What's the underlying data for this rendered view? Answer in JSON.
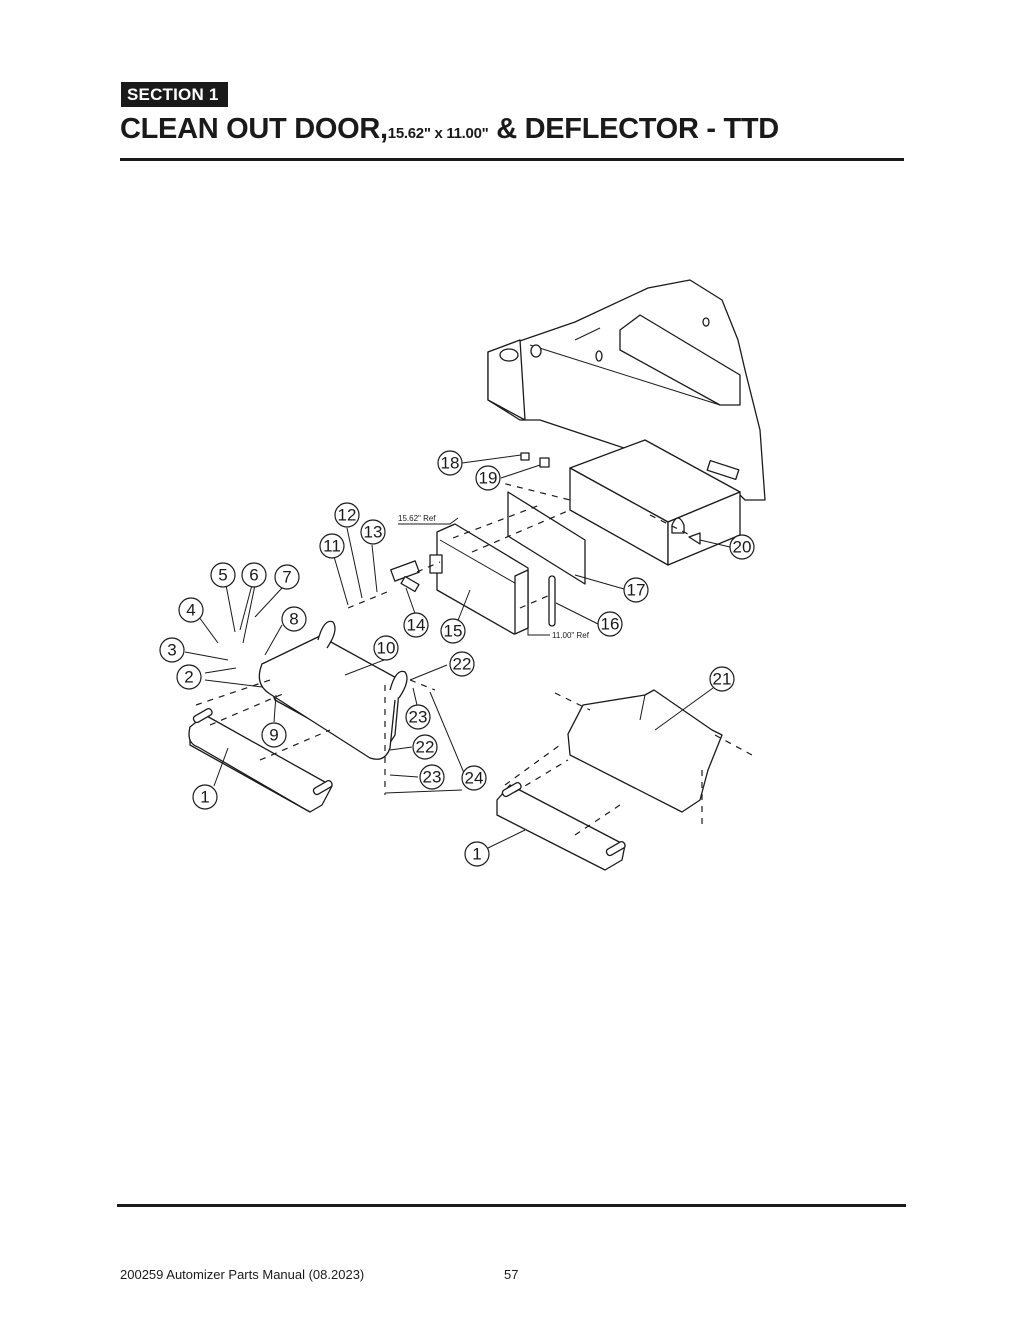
{
  "header": {
    "section_label": "SECTION  1",
    "title_main": "CLEAN OUT DOOR,",
    "title_dims": "15.62\" x 11.00\"",
    "title_rest": " & DEFLECTOR - TTD"
  },
  "diagram": {
    "dimension_refs": {
      "width_ref": "15.62\" Ref",
      "height_ref": "11.00\" Ref"
    },
    "callouts": [
      {
        "id": "1",
        "label": "1"
      },
      {
        "id": "1b",
        "label": "1"
      },
      {
        "id": "2",
        "label": "2"
      },
      {
        "id": "3",
        "label": "3"
      },
      {
        "id": "4",
        "label": "4"
      },
      {
        "id": "5",
        "label": "5"
      },
      {
        "id": "6",
        "label": "6"
      },
      {
        "id": "7",
        "label": "7"
      },
      {
        "id": "8",
        "label": "8"
      },
      {
        "id": "9",
        "label": "9"
      },
      {
        "id": "10",
        "label": "10"
      },
      {
        "id": "11",
        "label": "11"
      },
      {
        "id": "12",
        "label": "12"
      },
      {
        "id": "13",
        "label": "13"
      },
      {
        "id": "14",
        "label": "14"
      },
      {
        "id": "15",
        "label": "15"
      },
      {
        "id": "16",
        "label": "16"
      },
      {
        "id": "17",
        "label": "17"
      },
      {
        "id": "18",
        "label": "18"
      },
      {
        "id": "19",
        "label": "19"
      },
      {
        "id": "20",
        "label": "20"
      },
      {
        "id": "21",
        "label": "21"
      },
      {
        "id": "22",
        "label": "22"
      },
      {
        "id": "22b",
        "label": "22"
      },
      {
        "id": "23",
        "label": "23"
      },
      {
        "id": "23b",
        "label": "23"
      },
      {
        "id": "24",
        "label": "24"
      }
    ]
  },
  "footer": {
    "manual": "200259 Automizer Parts Manual (08.2023)",
    "page_number": "57"
  }
}
